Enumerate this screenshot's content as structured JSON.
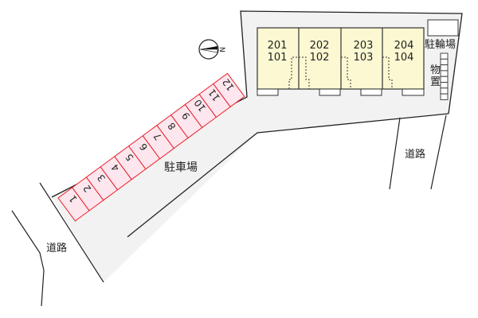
{
  "units": [
    {
      "upper": "201",
      "lower": "101"
    },
    {
      "upper": "202",
      "lower": "102"
    },
    {
      "upper": "203",
      "lower": "103"
    },
    {
      "upper": "204",
      "lower": "104"
    }
  ],
  "parking_stalls": [
    "1",
    "2",
    "3",
    "4",
    "5",
    "6",
    "7",
    "8",
    "9",
    "10",
    "11",
    "12"
  ],
  "labels": {
    "parking_lot": "駐車場",
    "bicycle_parking": "駐輪場",
    "storage_1": "物",
    "storage_2": "置",
    "road_right": "道路",
    "road_left": "道路",
    "compass_north": "N"
  },
  "colors": {
    "lot_fill": "#f2f2f2",
    "building_fill": "#fbf8d2",
    "stall_fill": "#fde6ee",
    "stall_stroke": "#e8202a"
  }
}
